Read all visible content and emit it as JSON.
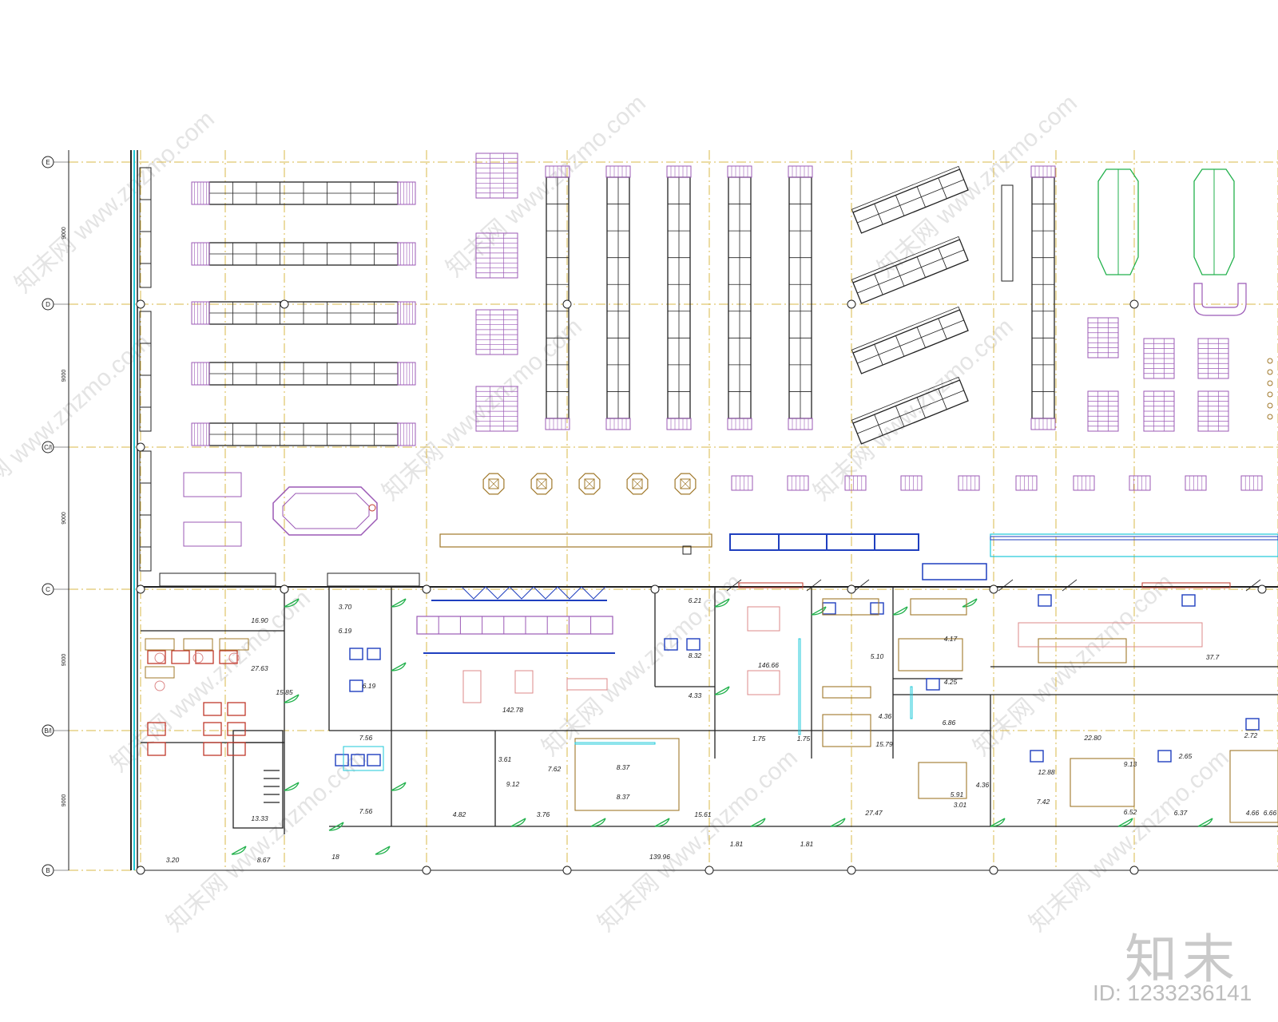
{
  "plan": {
    "grid_labels": [
      "E",
      "D",
      "C/l",
      "C",
      "B/l",
      "B"
    ],
    "bay_dimensions": [
      "9000",
      "9000",
      "9000",
      "9000",
      "9000"
    ],
    "room_areas": [
      "16.90",
      "27.63",
      "15.85",
      "13.33",
      "3.70",
      "6.19",
      "6.19",
      "7.56",
      "7.56",
      "142.78",
      "3.61",
      "9.12",
      "7.62",
      "3.76",
      "4.82",
      "8.37",
      "8.37",
      "15.61",
      "6.21",
      "8.32",
      "4.33",
      "1.75",
      "1.75",
      "146.66",
      "5.10",
      "4.17",
      "4.25",
      "4.36",
      "6.86",
      "15.79",
      "27.47",
      "5.91",
      "4.36",
      "3.01",
      "139.96",
      "1.81",
      "1.81",
      "37.7",
      "22.80",
      "12.88",
      "9.13",
      "7.42",
      "6.52",
      "2.65",
      "6.37",
      "4.66",
      "2.72",
      "6.66",
      "3.20",
      "8.67",
      "18"
    ]
  },
  "watermark": {
    "site": "www.znzmo.com",
    "brand": "知末网",
    "corner_logo": "知末",
    "corner_id": "ID: 1233236141"
  },
  "colors": {
    "grid": "#d9b84a",
    "wall": "#222222",
    "shelf": "#9b59b6",
    "fixture_blue": "#1f3fbf",
    "cyan": "#1ec8d8",
    "green": "#22b14c",
    "brown": "#a0782a",
    "red": "#c0392b",
    "pink": "#d88"
  }
}
